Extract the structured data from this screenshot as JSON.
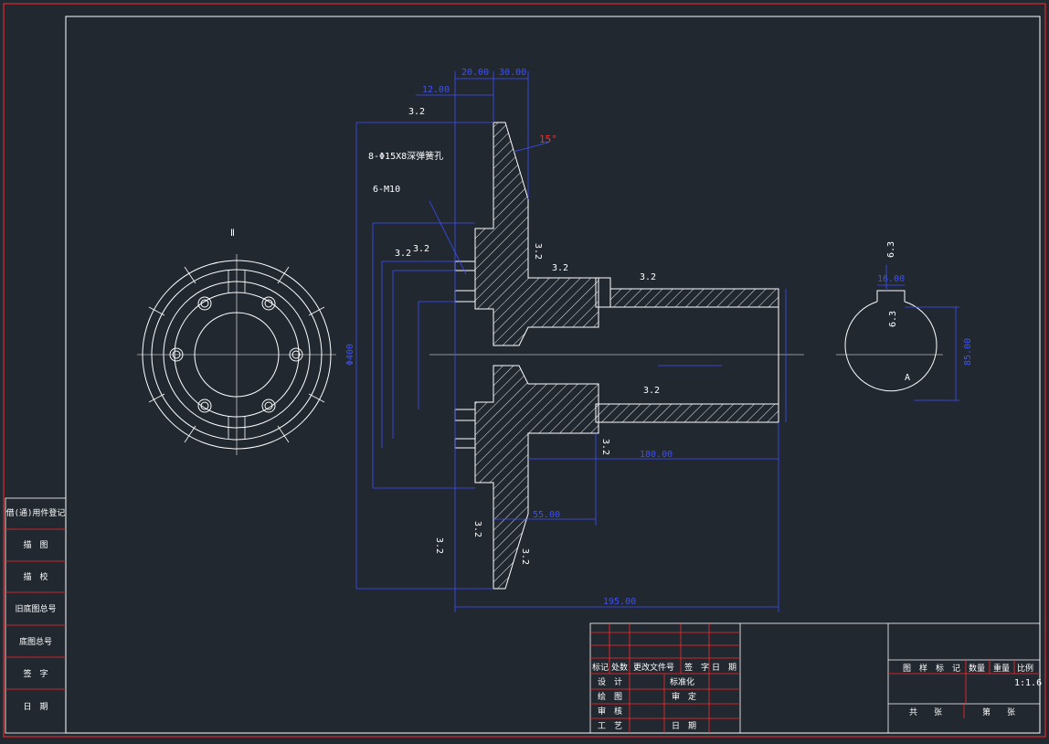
{
  "sidebar": {
    "items": [
      "借(通)用件登记",
      "描　图",
      "描　校",
      "旧底图总号",
      "底图总号",
      "签　字",
      "日　期"
    ]
  },
  "front_view": {
    "label": "Ⅱ"
  },
  "section_view": {
    "note_holes": "8-Φ15X8深弹簧孔",
    "note_thread": "6-M10",
    "angle": "15°",
    "dims_top": [
      "20.00",
      "30.00",
      "12.00",
      "3.2"
    ],
    "roughness": [
      "3.2",
      "3.2",
      "3.2",
      "3.2",
      "3.2",
      "3.2",
      "3.2",
      "3.2",
      "3.2",
      "3.2"
    ],
    "dims_bottom": [
      "180.00",
      "195.00",
      "55.00"
    ],
    "dim_phi_left": "Φ400"
  },
  "key_view": {
    "dim_top": "6.3",
    "dim_width": "16.00",
    "dim_depth": "6.3",
    "dim_height": "85.00",
    "label": "A"
  },
  "title_block": {
    "revision_headers": [
      "标记",
      "处数",
      "更改文件号",
      "签　字",
      "日　期"
    ],
    "left_labels": [
      "设　计",
      "绘　图",
      "审　核",
      "工　艺"
    ],
    "mid_labels": [
      "标准化",
      "审　定",
      "",
      "日　期"
    ],
    "right_headers": [
      "图　样　标　记",
      "数量",
      "重量",
      "比例"
    ],
    "scale": "1:1.6",
    "sheet_total": "共　　张",
    "sheet_num": "第　　张"
  },
  "colors": {
    "background": "#212830",
    "outline": "#ffffff",
    "dimension": "#3d4fff",
    "border": "#ff2a2a"
  }
}
